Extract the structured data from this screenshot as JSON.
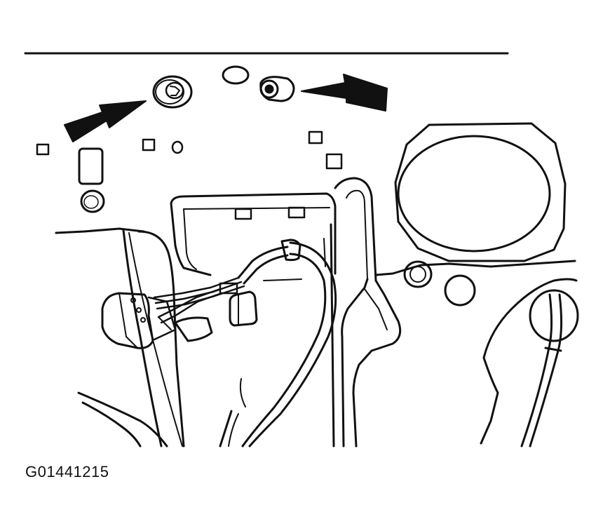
{
  "figure": {
    "id_label": "G01441215",
    "ink_color": "#111111",
    "paper_color": "#ffffff"
  },
  "callouts": [
    {
      "name": "arrow-left",
      "points_to": "left-fastener"
    },
    {
      "name": "arrow-right",
      "points_to": "right-fastener"
    }
  ]
}
